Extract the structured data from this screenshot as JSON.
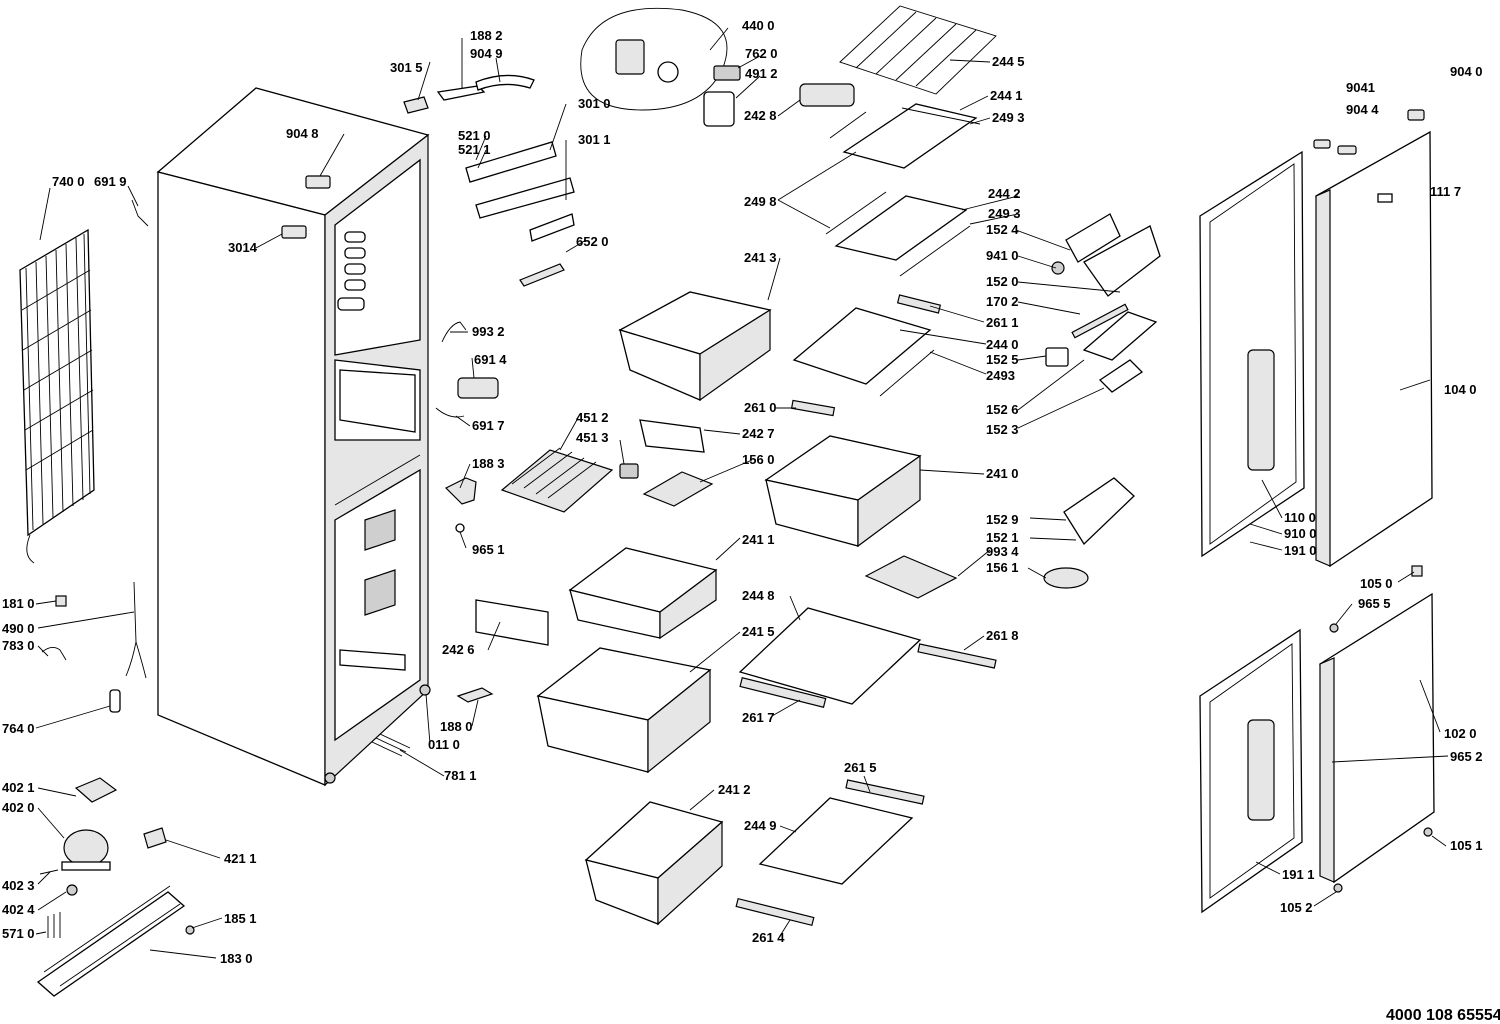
{
  "document_number": "4000 108 65554",
  "labels": {
    "p1882": "188 2",
    "p9049": "904 9",
    "p3015": "301 5",
    "p4400": "440 0",
    "p7620": "762 0",
    "p4912": "491 2",
    "p2445": "244 5",
    "p3010": "301 0",
    "p2428": "242 8",
    "p2441": "244 1",
    "p2493a": "249 3",
    "p9048": "904 8",
    "p5210": "521 0",
    "p5211": "521 1",
    "p3011": "301 1",
    "p9041": "9041",
    "p9044": "904 4",
    "p9040": "904 0",
    "p7400": "740 0",
    "p6919": "691 9",
    "p2498": "249 8",
    "p2442": "244 2",
    "p2493b": "249 3",
    "p1117": "111 7",
    "p3014": "3014",
    "p6520": "652 0",
    "p1524": "152 4",
    "p9410": "941 0",
    "p2413": "241 3",
    "p1520": "152 0",
    "p1702": "170 2",
    "p9932": "993 2",
    "p2611": "261 1",
    "p2440": "244 0",
    "p6914": "691 4",
    "p1525": "152 5",
    "p2493c": "2493",
    "p1040": "104 0",
    "p2610": "261 0",
    "p1526": "152 6",
    "p4512": "451 2",
    "p6917": "691 7",
    "p1523": "152 3",
    "p4513": "451 3",
    "p2427": "242 7",
    "p1560": "156 0",
    "p1883": "188 3",
    "p2410": "241 0",
    "p1529": "152 9",
    "p1100": "110 0",
    "p2411": "241 1",
    "p1521": "152 1",
    "p9100": "910 0",
    "p9651": "965 1",
    "p9934": "993 4",
    "p1910": "191 0",
    "p1561": "156 1",
    "p1050": "105 0",
    "p1810": "181 0",
    "p2448": "244 8",
    "p9655": "965 5",
    "p4900": "490 0",
    "p2426": "242 6",
    "p2415": "241 5",
    "p2618": "261 8",
    "p7830": "783 0",
    "p1020": "102 0",
    "p2617": "261 7",
    "p1880": "188 0",
    "p7640": "764 0",
    "p0110": "011 0",
    "p9652": "965 2",
    "p7811": "781 1",
    "p2615": "261 5",
    "p4021": "402 1",
    "p2412": "241 2",
    "p4020": "402 0",
    "p2449": "244 9",
    "p1051": "105 1",
    "p4211": "421 1",
    "p4023": "402 3",
    "p1911": "191 1",
    "p4024": "402 4",
    "p1851": "185 1",
    "p1052": "105 2",
    "p5710": "571 0",
    "p1830": "183 0",
    "p2614": "261 4"
  }
}
